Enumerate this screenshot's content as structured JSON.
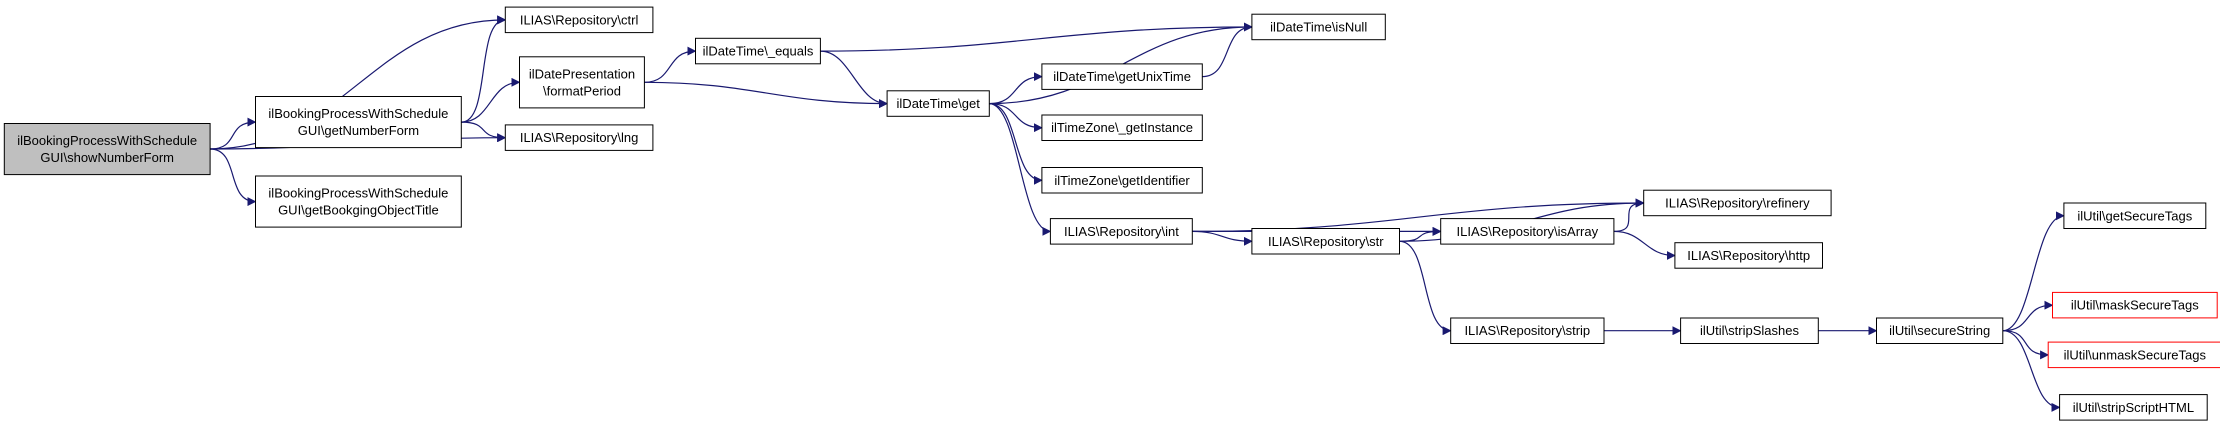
{
  "colors": {
    "edge": "#191970",
    "root_fill": "#bfbfbf",
    "truncated_border": "#ff0000"
  },
  "nodes": {
    "n0": {
      "lines": [
        "ilBookingProcessWithSchedule",
        "GUI\\showNumberForm"
      ]
    },
    "n1": {
      "lines": [
        "ILIAS\\Repository\\ctrl"
      ]
    },
    "n2": {
      "lines": [
        "ilBookingProcessWithSchedule",
        "GUI\\getNumberForm"
      ]
    },
    "n3": {
      "lines": [
        "ILIAS\\Repository\\lng"
      ]
    },
    "n4": {
      "lines": [
        "ilBookingProcessWithSchedule",
        "GUI\\getBookgingObjectTitle"
      ]
    },
    "n5": {
      "lines": [
        "ilDatePresentation",
        "\\formatPeriod"
      ]
    },
    "n6": {
      "lines": [
        "ilDateTime\\_equals"
      ]
    },
    "n7": {
      "lines": [
        "ilDateTime\\get"
      ]
    },
    "n8": {
      "lines": [
        "ilDateTime\\isNull"
      ]
    },
    "n9": {
      "lines": [
        "ilDateTime\\getUnixTime"
      ]
    },
    "n10": {
      "lines": [
        "ilTimeZone\\_getInstance"
      ]
    },
    "n11": {
      "lines": [
        "ilTimeZone\\getIdentifier"
      ]
    },
    "n12": {
      "lines": [
        "ILIAS\\Repository\\int"
      ]
    },
    "n13": {
      "lines": [
        "ILIAS\\Repository\\refinery"
      ]
    },
    "n14": {
      "lines": [
        "ILIAS\\Repository\\isArray"
      ]
    },
    "n15": {
      "lines": [
        "ILIAS\\Repository\\http"
      ]
    },
    "n16": {
      "lines": [
        "ILIAS\\Repository\\str"
      ]
    },
    "n17": {
      "lines": [
        "ILIAS\\Repository\\strip"
      ]
    },
    "n18": {
      "lines": [
        "ilUtil\\stripSlashes"
      ]
    },
    "n19": {
      "lines": [
        "ilUtil\\secureString"
      ]
    },
    "n20": {
      "lines": [
        "ilUtil\\getSecureTags"
      ]
    },
    "n21": {
      "lines": [
        "ilUtil\\maskSecureTags"
      ]
    },
    "n22": {
      "lines": [
        "ilUtil\\unmaskSecureTags"
      ]
    },
    "n23": {
      "lines": [
        "ilUtil\\stripScriptHTML"
      ]
    }
  },
  "edges": [
    [
      "n0",
      "n1"
    ],
    [
      "n0",
      "n2"
    ],
    [
      "n0",
      "n3"
    ],
    [
      "n0",
      "n4"
    ],
    [
      "n2",
      "n1"
    ],
    [
      "n2",
      "n5"
    ],
    [
      "n2",
      "n3"
    ],
    [
      "n5",
      "n6"
    ],
    [
      "n5",
      "n7"
    ],
    [
      "n6",
      "n7"
    ],
    [
      "n6",
      "n8"
    ],
    [
      "n7",
      "n8"
    ],
    [
      "n7",
      "n9"
    ],
    [
      "n7",
      "n10"
    ],
    [
      "n7",
      "n11"
    ],
    [
      "n7",
      "n12"
    ],
    [
      "n9",
      "n8"
    ],
    [
      "n12",
      "n13"
    ],
    [
      "n12",
      "n14"
    ],
    [
      "n12",
      "n16"
    ],
    [
      "n14",
      "n13"
    ],
    [
      "n14",
      "n15"
    ],
    [
      "n16",
      "n14"
    ],
    [
      "n16",
      "n13"
    ],
    [
      "n16",
      "n17"
    ],
    [
      "n17",
      "n18"
    ],
    [
      "n18",
      "n19"
    ],
    [
      "n19",
      "n20"
    ],
    [
      "n19",
      "n21"
    ],
    [
      "n19",
      "n22"
    ],
    [
      "n19",
      "n23"
    ]
  ]
}
